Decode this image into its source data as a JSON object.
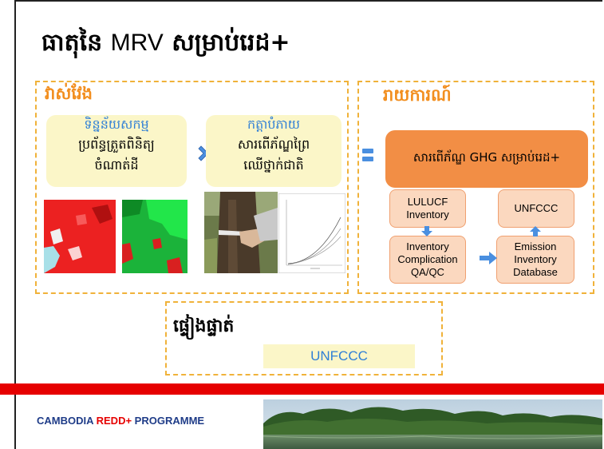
{
  "slide": {
    "title_prefix": "ធាតុនៃ",
    "title_mrv": "MRV",
    "title_suffix": "សម្រាប់រេដ+"
  },
  "measure": {
    "title": "វាស់វែង",
    "data_title": "ទិន្នន័យសកម្ម",
    "data_line1": "ប្រព័ន្ធត្រួតពិនិត្យ",
    "data_line2": "ចំណាត់ដី",
    "factor_title": "កត្តាបំភាយ",
    "factor_line1": "សារពើភ័ណ្ឌព្រៃ",
    "factor_line2": "ឈើថ្នាក់ជាតិ"
  },
  "report": {
    "title": "រាយការណ៍",
    "main_box": "សារពើភ័ណ្ឌ GHG សម្រាប់រេដ+",
    "lulucf": "LULUCF Inventory",
    "unfccc": "UNFCCC",
    "complication": "Inventory Complication QA/QC",
    "database": "Emission Inventory Database"
  },
  "verify": {
    "title": "ផ្ទៀងផ្ទាត់",
    "unfccc": "UNFCCC"
  },
  "footer": {
    "prefix": "CAMBODIA ",
    "highlight": "REDD+",
    "suffix": " PROGRAMME"
  },
  "colors": {
    "accent_orange": "#f28e1e",
    "dash_border": "#f0b23a",
    "pill_fill": "#fbf6c8",
    "blue_text": "#2f7fd6",
    "footer_red": "#e60000",
    "footer_blue": "#1f3c88"
  }
}
